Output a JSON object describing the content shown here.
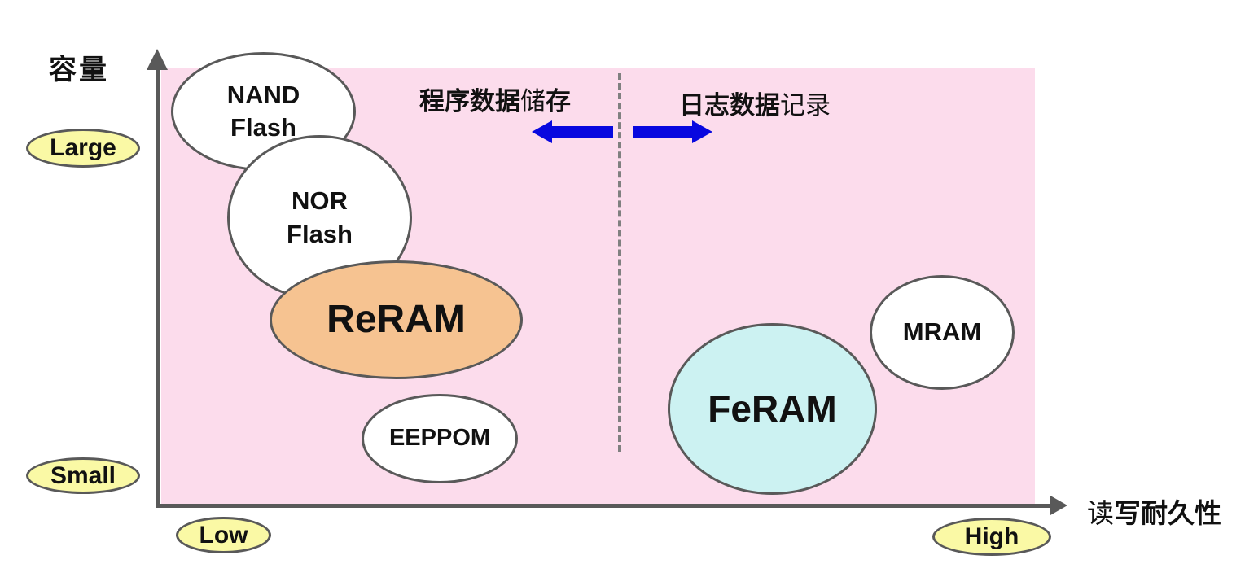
{
  "axes": {
    "y_title": "容量",
    "x_title_regular": "读",
    "x_title_bold": "写耐久性",
    "y_max_badge": "Large",
    "y_min_badge": "Small",
    "x_min_badge": "Low",
    "x_max_badge": "High"
  },
  "regions": {
    "left": {
      "bold": "程序数据",
      "light": "储",
      "bold_tail": "存"
    },
    "right": {
      "bold": "日志数据",
      "light": "记录"
    }
  },
  "nodes": {
    "nand": {
      "label": "NAND\nFlash",
      "fill": "#FFFFFF"
    },
    "nor": {
      "label": "NOR\nFlash",
      "fill": "#FFFFFF"
    },
    "reram": {
      "label": "ReRAM",
      "fill": "#F6C391"
    },
    "eeppom": {
      "label": "EEPPOM",
      "fill": "#FFFFFF"
    },
    "feram": {
      "label": "FeRAM",
      "fill": "#CCF2F2"
    },
    "mram": {
      "label": "MRAM",
      "fill": "#FFFFFF"
    }
  },
  "colors": {
    "plot_background": "#FCDCEC",
    "badge_fill": "#FAF9A5",
    "arrow_blue": "#0808DF",
    "axis_gray": "#595959",
    "divider_gray": "#808080",
    "node_stroke": "#595959",
    "text": "#111111"
  }
}
